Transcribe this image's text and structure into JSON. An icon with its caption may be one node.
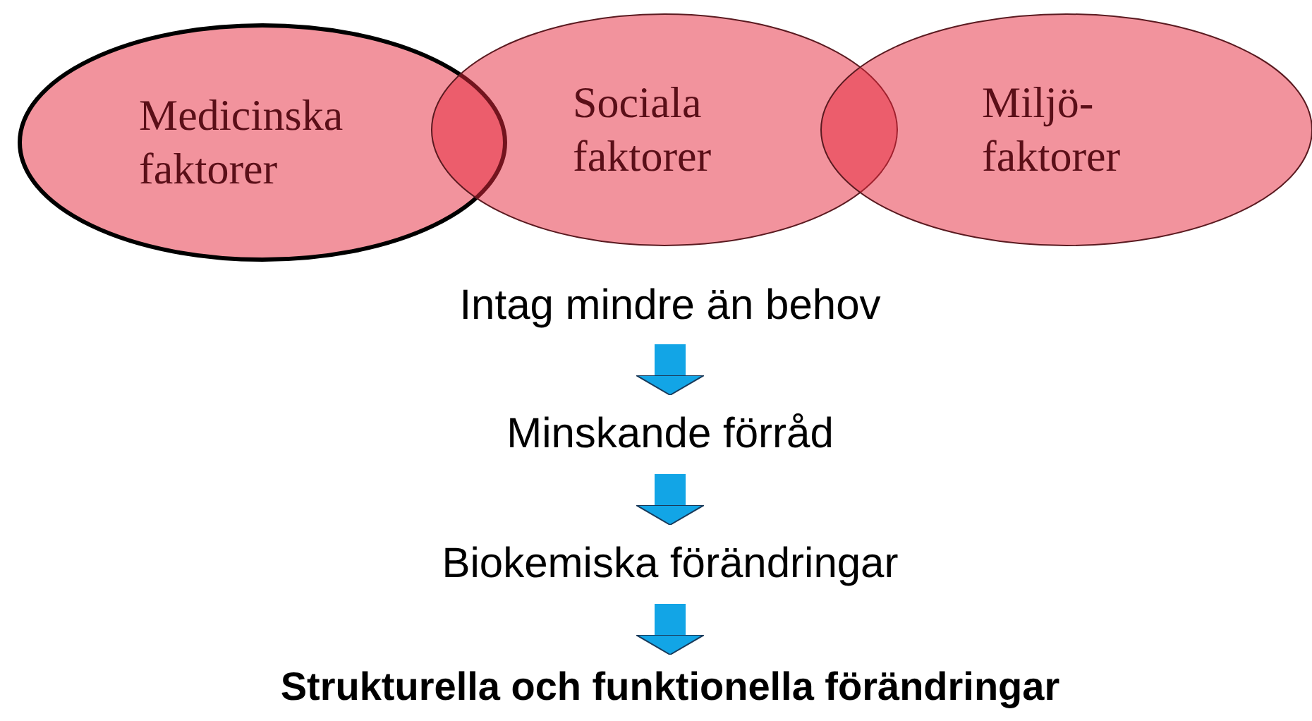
{
  "diagram": {
    "nodes": [
      {
        "text": [
          "Medicinska faktorer"
        ]
      },
      {
        "text": [
          "Sociala faktorer"
        ]
      },
      {
        "text": [
          "Miljö- faktorer"
        ]
      },
      {
        "text": [
          "Intag mindre än behov"
        ]
      },
      {
        "text": [
          "Minskande förråd"
        ]
      },
      {
        "text": [
          "Biokemiska förändringar"
        ]
      },
      {
        "text": [
          "Strukturella och funktionella förändringar"
        ]
      }
    ],
    "edges": [
      {
        "from": 3,
        "to": 4,
        "arrow": "to"
      },
      {
        "from": 4,
        "to": 5,
        "arrow": "to"
      },
      {
        "from": 5,
        "to": 6,
        "arrow": "to"
      }
    ]
  }
}
